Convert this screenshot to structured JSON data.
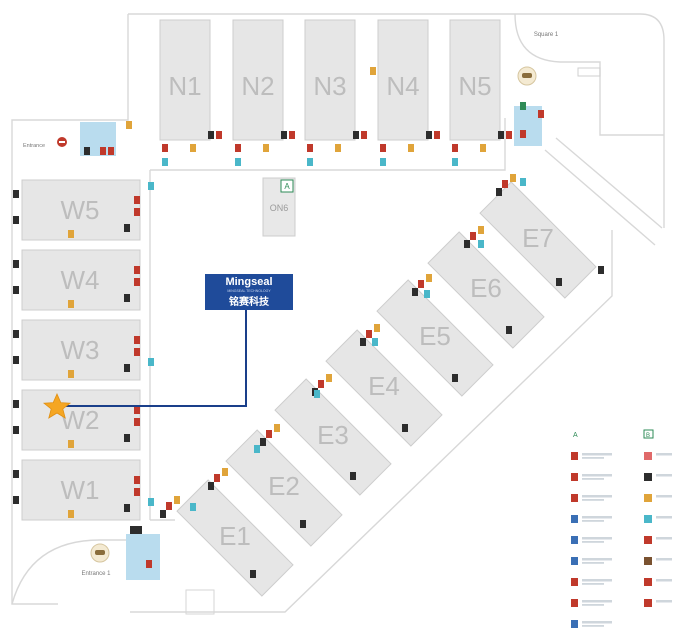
{
  "map": {
    "halls_north": [
      "N1",
      "N2",
      "N3",
      "N4",
      "N5"
    ],
    "halls_west": [
      "W5",
      "W4",
      "W3",
      "W2",
      "W1"
    ],
    "halls_east": [
      "E1",
      "E2",
      "E3",
      "E4",
      "E5",
      "E6",
      "E7"
    ],
    "center_hall": "ON6",
    "center_marker": "A",
    "entrance_ne": "Square 1",
    "entrance_nw": "Entrance",
    "entrance_sw": "Entrance 1",
    "exhibitor_logo_title": "Mingseal",
    "exhibitor_logo_cn": "铭赛科技",
    "exhibitor_logo_sub": "MINGSEAL TECHNOLOGY",
    "legend_marker_a": "A",
    "legend_marker_b": "B",
    "colors": {
      "hall_fill": "#e6e6e6",
      "logo_blue": "#1f4b9a",
      "pointer_line": "#1a3f8a",
      "star": "#f5a623",
      "entrance_blue": "#b9dcee",
      "marker_green": "#2e8b57",
      "sign_red": "#c0392b",
      "sign_orange": "#e0a43a",
      "sign_dark": "#2d2d2d",
      "sign_cyan": "#4ab7c9"
    }
  }
}
